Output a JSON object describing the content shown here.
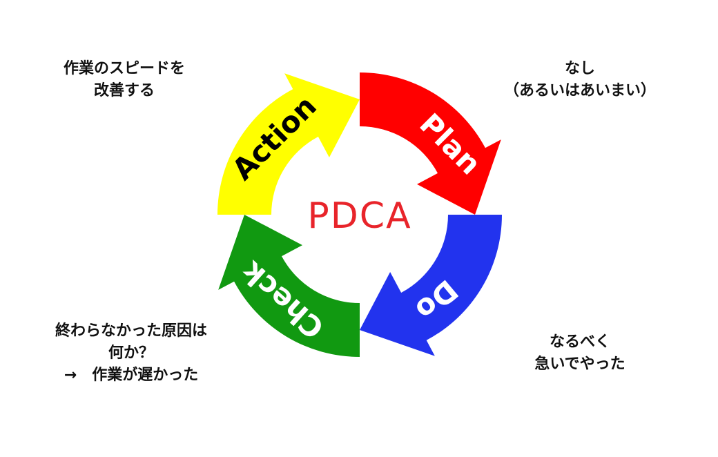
{
  "center_title": "PDCA",
  "phases": {
    "plan": {
      "label": "Plan",
      "color": "#ff0000",
      "label_color": "#ffffff"
    },
    "do": {
      "label": "Do",
      "color": "#2233ee",
      "label_color": "#ffffff"
    },
    "check": {
      "label": "Check",
      "color": "#119911",
      "label_color": "#ffffff"
    },
    "action": {
      "label": "Action",
      "color": "#ffff00",
      "label_color": "#000000"
    }
  },
  "title_color": "#e8242a",
  "notes": {
    "action": [
      "作業のスピードを",
      "改善する"
    ],
    "plan": [
      "なし",
      "（あるいはあいまい）"
    ],
    "check": [
      "終わらなかった原因は",
      "何か？",
      "→　作業が遅かった"
    ],
    "do": [
      "なるべく",
      "急いでやった"
    ]
  }
}
